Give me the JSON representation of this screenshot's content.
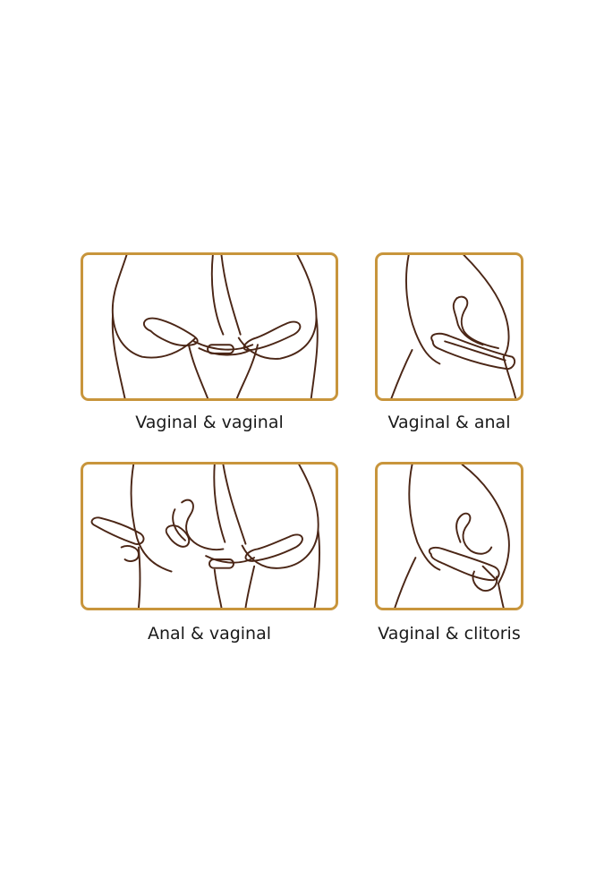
{
  "colors": {
    "frame": "#c8953c",
    "line_art": "#4b2616",
    "caption_text": "#1a1a1a",
    "background": "#ffffff"
  },
  "panels": [
    {
      "caption": "Vaginal & vaginal"
    },
    {
      "caption": "Vaginal & anal"
    },
    {
      "caption": "Anal & vaginal"
    },
    {
      "caption": "Vaginal & clitoris"
    }
  ]
}
